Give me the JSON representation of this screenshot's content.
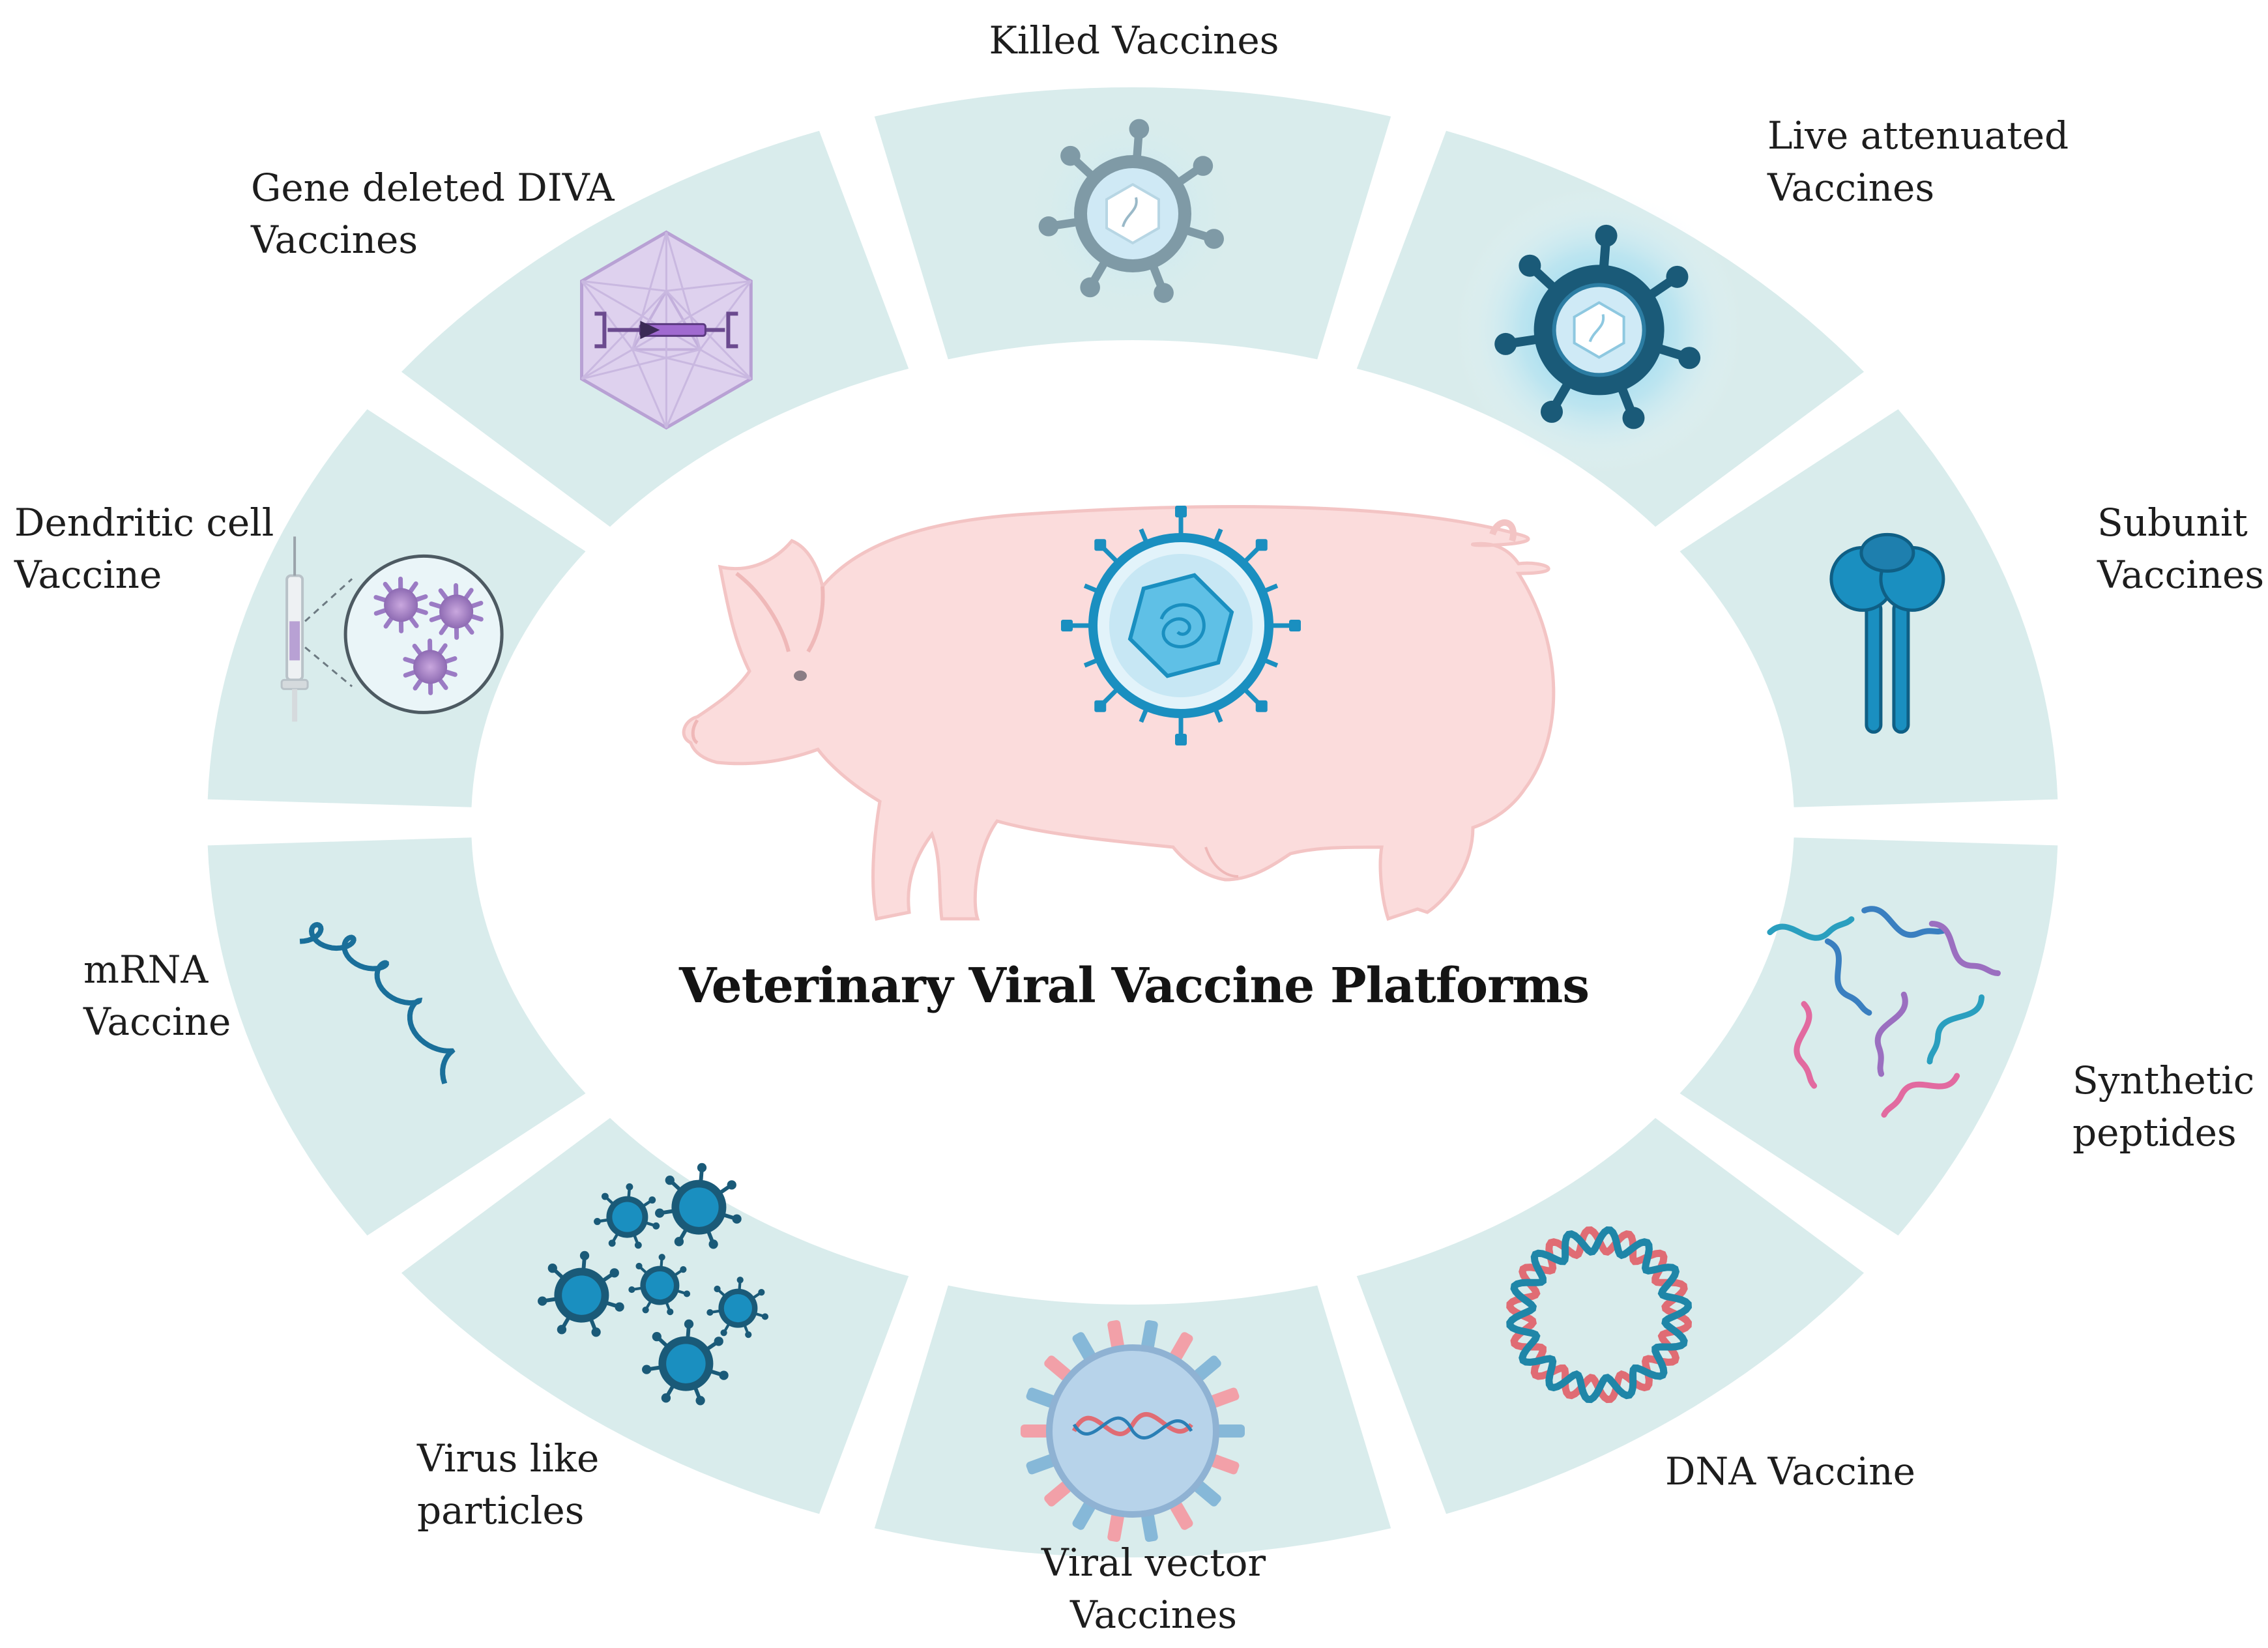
{
  "title": "Veterinary Viral Vaccine Platforms",
  "colors": {
    "segment_fill": "#d9ecec",
    "pig_fill": "#fbdcdc",
    "pig_stroke": "#f0b8b8",
    "virus_blue": "#1a8fc0",
    "dark_teal": "#1a5a78",
    "gray_virus": "#7f9aa6",
    "purple": "#a585c8",
    "dna_red": "#e06c74"
  },
  "platforms": [
    {
      "id": "killed",
      "lines": [
        "Killed Vaccines"
      ],
      "icon": "gray-virus-icon"
    },
    {
      "id": "live-attenuated",
      "lines": [
        "Live attenuated",
        "Vaccines"
      ],
      "icon": "glowing-virus-icon"
    },
    {
      "id": "subunit",
      "lines": [
        "Subunit",
        "Vaccines"
      ],
      "icon": "receptor-protein-icon"
    },
    {
      "id": "synthetic-peptides",
      "lines": [
        "Synthetic",
        "peptides"
      ],
      "icon": "peptide-strands-icon"
    },
    {
      "id": "dna",
      "lines": [
        "DNA Vaccine"
      ],
      "icon": "circular-dna-icon"
    },
    {
      "id": "viral-vector",
      "lines": [
        "Viral vector",
        "Vaccines"
      ],
      "icon": "viral-vector-icon"
    },
    {
      "id": "vlp",
      "lines": [
        "Virus like",
        "particles"
      ],
      "icon": "virus-particles-icon"
    },
    {
      "id": "mrna",
      "lines": [
        "mRNA",
        "Vaccine"
      ],
      "icon": "mrna-strand-icon"
    },
    {
      "id": "dendritic",
      "lines": [
        "Dendritic cell",
        "Vaccine"
      ],
      "icon": "syringe-dendritic-cells-icon"
    },
    {
      "id": "gene-deleted",
      "lines": [
        "Gene deleted DIVA",
        "Vaccines"
      ],
      "icon": "icosahedron-capsid-icon"
    }
  ],
  "center_icons": [
    "pig-icon",
    "pig-virus-icon"
  ]
}
